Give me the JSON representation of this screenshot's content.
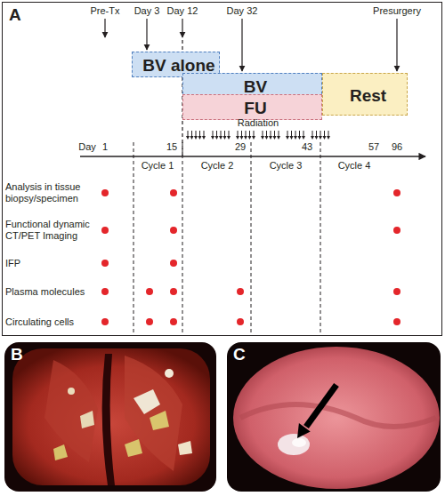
{
  "diagram": {
    "nodes": [
      {
        "text": [
          "A"
        ]
      },
      {
        "text": [
          "BV alone"
        ],
        "in": 0
      },
      {
        "text": [
          "BV"
        ],
        "in": 0
      },
      {
        "text": [
          "FU"
        ],
        "in": 0
      },
      {
        "text": [
          "Rest"
        ],
        "in": 0
      },
      {
        "text": [
          "B"
        ]
      },
      {
        "text": [
          "C"
        ]
      }
    ],
    "labels": [
      "Pre-Tx",
      "Day 3",
      "Day 12",
      "Day 32",
      "Presurgery",
      "Radiation",
      "Day",
      "1",
      "15",
      "29",
      "43",
      "57",
      "96",
      "Cycle 1",
      "Cycle 2",
      "Cycle 3",
      "Cycle 4",
      "Analysis in tissue biopsy/specimen",
      "Functional dynamic CT/PET Imaging",
      "IFP",
      "Plasma molecules",
      "Circulating cells"
    ]
  }
}
